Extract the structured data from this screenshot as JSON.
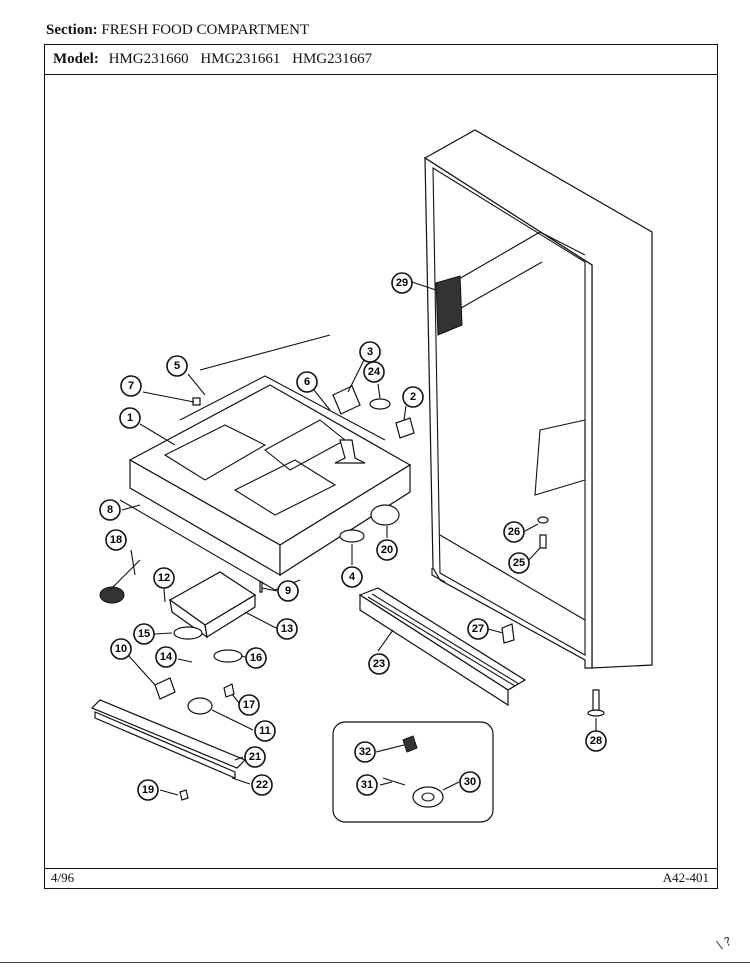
{
  "header": {
    "section_label": "Section:",
    "section_value": "FRESH FOOD COMPARTMENT",
    "model_label": "Model:",
    "models": [
      "HMG231660",
      "HMG231661",
      "HMG231667"
    ]
  },
  "footer": {
    "date": "4/96",
    "doc_number": "A42-401"
  },
  "corner_mark": "\\ ?",
  "callouts": [
    "1",
    "2",
    "3",
    "4",
    "5",
    "6",
    "7",
    "8",
    "9",
    "10",
    "11",
    "12",
    "13",
    "14",
    "15",
    "16",
    "17",
    "18",
    "19",
    "20",
    "21",
    "22",
    "23",
    "24",
    "25",
    "26",
    "27",
    "28",
    "29",
    "30",
    "31",
    "32"
  ]
}
